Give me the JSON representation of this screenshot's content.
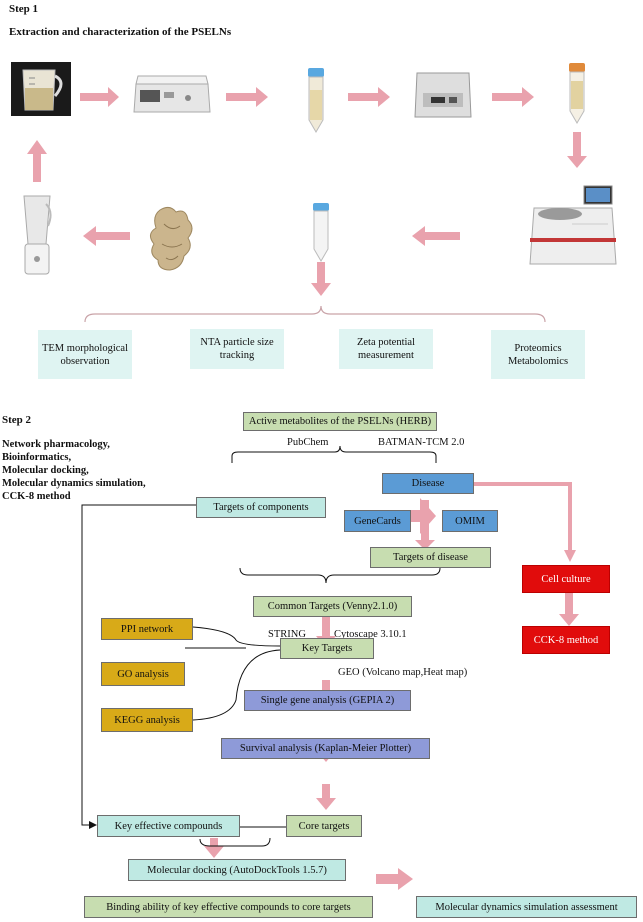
{
  "step1": {
    "title": "Step 1",
    "subtitle": "Extraction and characterization of the PSELNs"
  },
  "characterization": [
    "TEM morphological observation",
    "NTA particle size tracking",
    "Zeta potential measurement",
    "Proteomics Metabolomics"
  ],
  "step2": {
    "title": "Step 2",
    "methods": [
      "Network pharmacology,",
      "Bioinformatics,",
      "Molecular docking,",
      "Molecular dynamics simulation,",
      "CCK-8 method"
    ]
  },
  "flow": {
    "active_metabolites": "Active metabolites of  the PSELNs (HERB)",
    "pubchem": "PubChem",
    "batman": "BATMAN-TCM 2.0",
    "disease": "Disease",
    "targets_components": "Targets of components",
    "genecards": "GeneCards",
    "omim": "OMIM",
    "targets_disease": "Targets of disease",
    "cell_culture": "Cell culture",
    "cck8": "CCK-8 method",
    "common_targets": "Common Targets (Venny2.1.0)",
    "string": "STRING",
    "cytoscape": "Cytoscape 3.10.1",
    "ppi": "PPI network",
    "go": "GO analysis",
    "kegg": "KEGG analysis",
    "key_targets": "Key Targets",
    "geo": "GEO (Volcano map,Heat map)",
    "single_gene": "Single gene analysis (GEPIA 2)",
    "survival": "Survival analysis (Kaplan-Meier Plotter)",
    "key_compounds": "Key effective compounds",
    "core_targets": "Core targets",
    "docking": "Molecular docking (AutoDockTools 1.5.7)",
    "binding": "Binding ability of key effective compounds to core targets",
    "md_assessment": "Molecular  dynamics simulation assessment"
  },
  "colors": {
    "arrow": "#e9a2ad",
    "green": "#c7ddb0",
    "teal": "#bfe9e3",
    "blue": "#5b9bd5",
    "lavender": "#8e9ad8",
    "yellow": "#d8aa18",
    "red": "#e10c0c"
  },
  "icons": [
    "measuring-cup-photo",
    "centrifuge-photo",
    "centrifuge-tube-photo",
    "lab-instrument-photo",
    "ultracentrifuge-photo",
    "blender-photo",
    "ginger-photo"
  ]
}
